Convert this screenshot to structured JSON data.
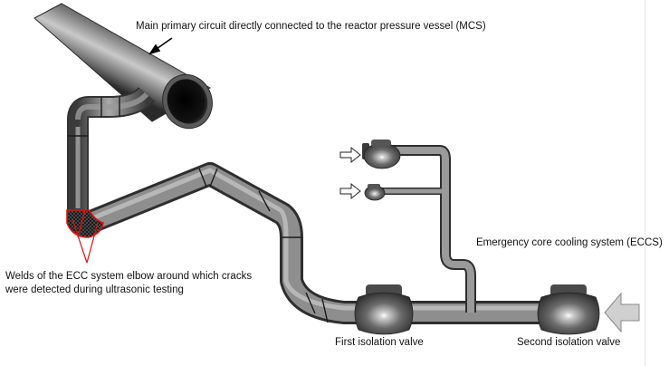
{
  "labels": {
    "mcs": "Main primary circuit directly connected to the reactor pressure vessel (MCS)",
    "welds_line1": "Welds of the ECC system elbow around which cracks",
    "welds_line2": "were detected during ultrasonic testing",
    "eccs": "Emergency core cooling system (ECCS)",
    "first_valve": "First isolation valve",
    "second_valve": "Second isolation valve"
  },
  "colors": {
    "pipe_dark": "#3c3c3c",
    "pipe_mid": "#8a8a8a",
    "pipe_light": "#d6d6d6",
    "weld_highlight": "#e01010",
    "flow_arrow_fill": "#d0d0d0"
  },
  "icons": [
    "flow-arrow-icon",
    "pointer-arrow-icon"
  ]
}
